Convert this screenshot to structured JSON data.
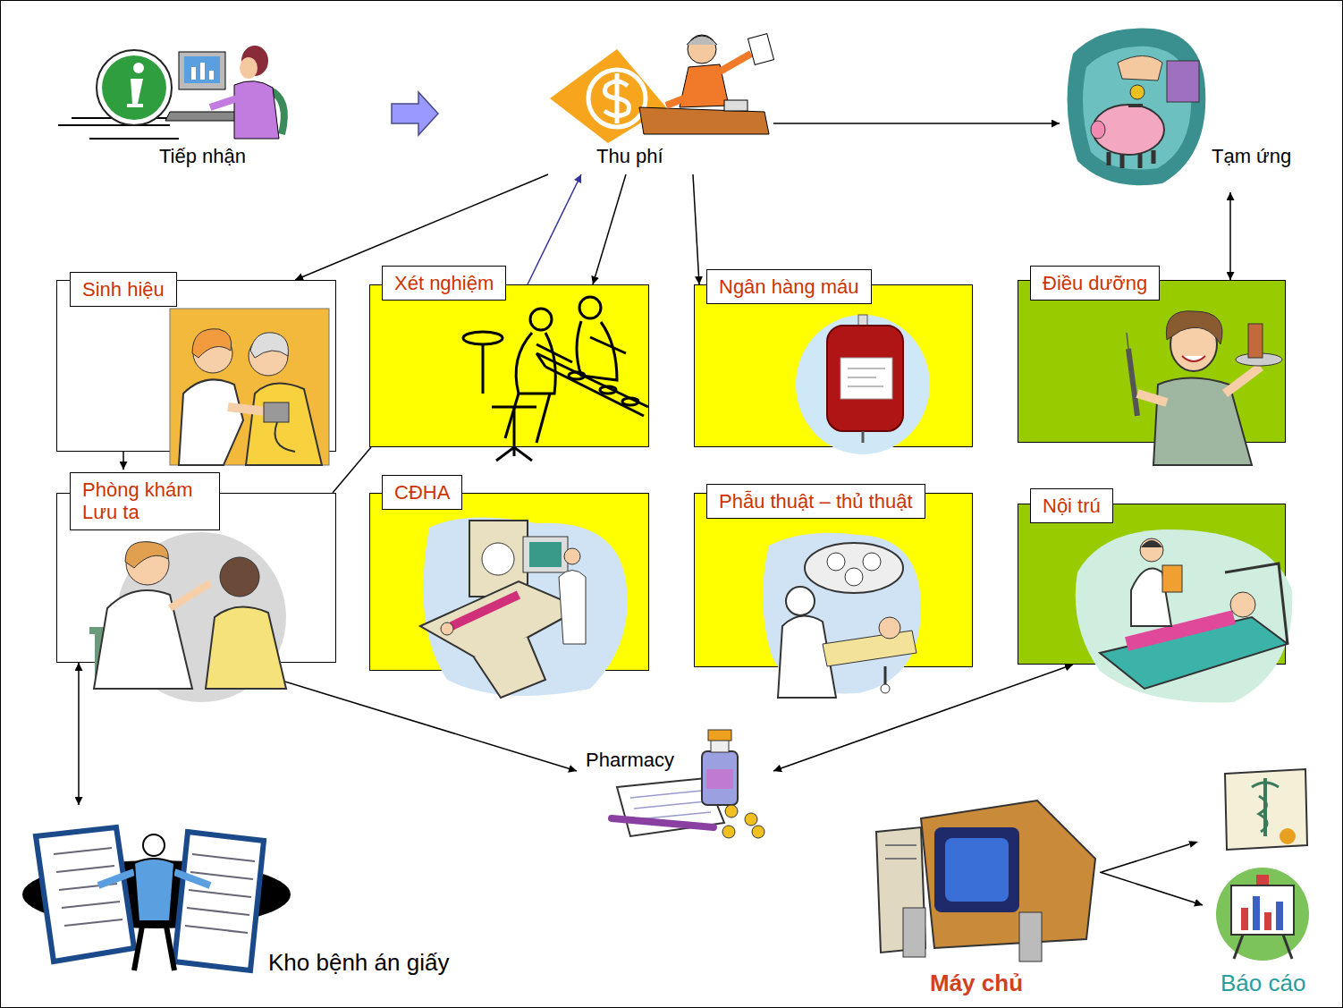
{
  "diagram": {
    "nodes": [
      {
        "text": [
          "Tiếp nhận"
        ]
      },
      {
        "text": [
          "Thu phí"
        ]
      },
      {
        "text": [
          "Tạm ứng"
        ]
      },
      {
        "text": [
          "Sinh hiệu"
        ]
      },
      {
        "text": [
          "Xét nghiệm"
        ]
      },
      {
        "text": [
          "Ngân hàng máu"
        ]
      },
      {
        "text": [
          "Điều dưỡng"
        ]
      },
      {
        "text": [
          "Phòng khám Lưu ta"
        ]
      },
      {
        "text": [
          "CĐHA"
        ]
      },
      {
        "text": [
          "Phẫu thuật – thủ thuật"
        ]
      },
      {
        "text": [
          "Nội trú"
        ]
      },
      {
        "text": [
          "Pharmacy"
        ]
      },
      {
        "text": [
          "Kho bệnh án giấy"
        ]
      },
      {
        "text": [
          "Máy chủ"
        ]
      },
      {
        "text": [
          "Báo cáo"
        ]
      }
    ],
    "edges": [
      {
        "from": 0,
        "to": 1,
        "arrow": "to"
      },
      {
        "from": 1,
        "to": 2,
        "arrow": "to"
      },
      {
        "from": 1,
        "to": 3,
        "arrow": "to"
      },
      {
        "from": 1,
        "to": 4,
        "arrow": "to"
      },
      {
        "from": 1,
        "to": 5,
        "arrow": "to"
      },
      {
        "from": 4,
        "to": 1,
        "arrow": "to"
      },
      {
        "from": 7,
        "to": 4,
        "arrow": "none"
      },
      {
        "from": 2,
        "to": 6,
        "arrow": "both"
      },
      {
        "from": 3,
        "to": 7,
        "arrow": "to"
      },
      {
        "from": 7,
        "to": 12,
        "arrow": "both"
      },
      {
        "from": 7,
        "to": 11,
        "arrow": "both"
      },
      {
        "from": 11,
        "to": 10,
        "arrow": "both"
      },
      {
        "from": 13,
        "to": 14,
        "arrow": "to"
      }
    ]
  }
}
